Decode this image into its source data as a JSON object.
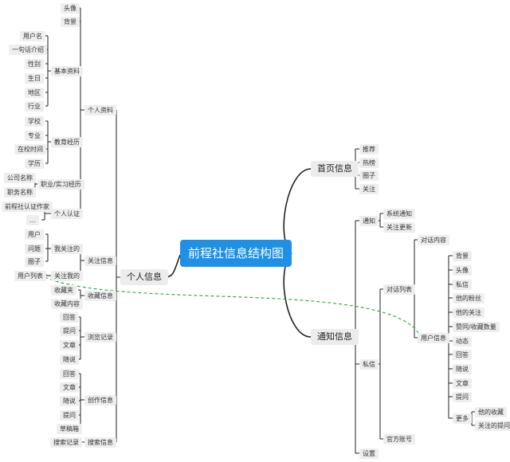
{
  "root": {
    "label": "前程社信息结构图"
  },
  "branches": {
    "homepage": {
      "label": "首页信息",
      "children": [
        "推荐",
        "热榜",
        "圈子",
        "关注"
      ]
    },
    "personal": {
      "label": "个人信息",
      "profile": {
        "label": "个人资料",
        "avatar": "头像",
        "background": "背景",
        "basic": {
          "label": "基本资料",
          "children": [
            "用户名",
            "一句话介绍",
            "性别",
            "生日",
            "地区",
            "行业"
          ]
        },
        "education": {
          "label": "教育经历",
          "children": [
            "学校",
            "专业",
            "在校时间",
            "学历"
          ]
        },
        "career": {
          "label": "职业/实习经历",
          "children": [
            "公司名称",
            "职务名称"
          ]
        },
        "certify": {
          "label": "个人认证",
          "children": [
            "前程社认证作家",
            "..."
          ]
        }
      },
      "follow": {
        "label": "关注信息",
        "following": {
          "label": "我关注的",
          "children": [
            "用户",
            "问题",
            "圈子"
          ]
        },
        "followers": {
          "label": "关注我的",
          "children": [
            "用户列表"
          ]
        }
      },
      "collect": {
        "label": "收藏信息",
        "children": [
          "收藏夹",
          "收藏内容"
        ]
      },
      "browse": {
        "label": "浏览记录",
        "children": [
          "回答",
          "提问",
          "文章",
          "随说"
        ]
      },
      "create": {
        "label": "创作信息",
        "children": [
          "回答",
          "文章",
          "随说",
          "提问",
          "草稿箱"
        ]
      },
      "search": {
        "label": "搜索信息",
        "children": [
          "搜索记录"
        ]
      }
    },
    "notice": {
      "label": "通知信息",
      "notify": {
        "label": "通知",
        "children": [
          "系统通知",
          "关注更新"
        ]
      },
      "message": {
        "label": "私信",
        "dialog_list": {
          "label": "对话列表",
          "dialog_content": "对话内容",
          "user_info": {
            "label": "用户信息",
            "children": [
              "背景",
              "头像",
              "私信",
              "他的粉丝",
              "他的关注",
              "赞同/收藏数量",
              "动态",
              "回答",
              "随说",
              "文章",
              "提问"
            ],
            "more": {
              "label": "更多",
              "children": [
                "他的收藏",
                "关注的提问"
              ]
            }
          }
        },
        "official": "官方账号"
      },
      "settings": "设置"
    }
  },
  "colors": {
    "root": "#1e90e6",
    "link": "#2ea043",
    "line": "#222222"
  }
}
